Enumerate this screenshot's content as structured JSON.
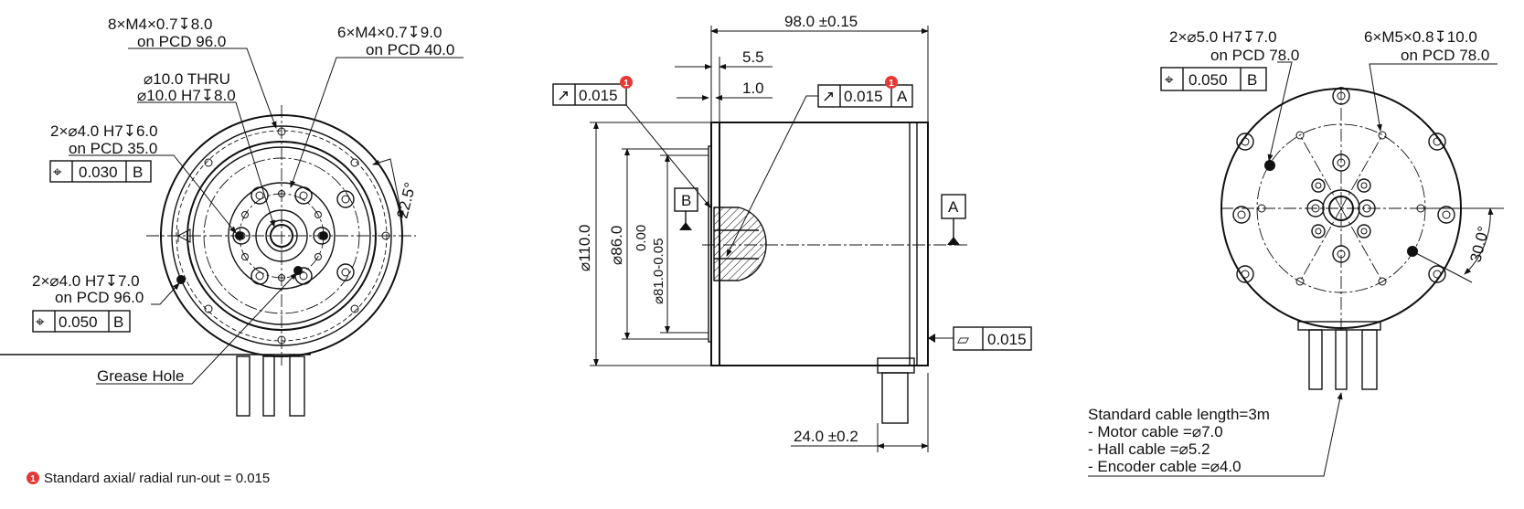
{
  "badge_number": "1",
  "badge_color": "#e53935",
  "line_color": "#111111",
  "symbols": {
    "position": "⌖",
    "runout": "↗",
    "flatness": "▱",
    "depth": "↧"
  },
  "front_view": {
    "c1_l1": "8×M4×0.7↧8.0",
    "c1_l2": "on PCD 96.0",
    "c2_l1": "6×M4×0.7↧9.0",
    "c2_l2": "on PCD 40.0",
    "c3_l1": "⌀10.0 THRU",
    "c3_l2": "⌀10.0 H7↧8.0",
    "c4_l1": "2×⌀4.0 H7↧6.0",
    "c4_l2": "on PCD 35.0",
    "c4_tol": "0.030",
    "c4_datum": "B",
    "angle": "22.5°",
    "c5_l1": "2×⌀4.0 H7↧7.0",
    "c5_l2": "on PCD 96.0",
    "c5_tol": "0.050",
    "c5_datum": "B",
    "grease": "Grease Hole"
  },
  "side_view": {
    "length": "98.0 ±0.15",
    "dim_5_5": "5.5",
    "dim_1_0": "1.0",
    "runout1_tol": "0.015",
    "runout2_tol": "0.015",
    "runout2_datum": "A",
    "datum_b": "B",
    "datum_a": "A",
    "dia110": "⌀110.0",
    "dia86": "⌀86.0",
    "dia81_upper": "0.00",
    "dia81_main": "⌀81.0-0.05",
    "flatness_tol": "0.015",
    "cable_len": "24.0 ±0.2"
  },
  "rear_view": {
    "c1_l1": "2×⌀5.0 H7↧7.0",
    "c1_l2": "on PCD 78.0",
    "c1_tol": "0.050",
    "c1_datum": "B",
    "c2_l1": "6×M5×0.8↧10.0",
    "c2_l2": "on PCD 78.0",
    "angle": "30.0°",
    "cable_l1": "Standard cable length=3m",
    "cable_l2": "- Motor cable =⌀7.0",
    "cable_l3": "- Hall cable =⌀5.2",
    "cable_l4": "- Encoder cable =⌀4.0"
  },
  "footnote": "Standard axial/ radial run-out = 0.015"
}
